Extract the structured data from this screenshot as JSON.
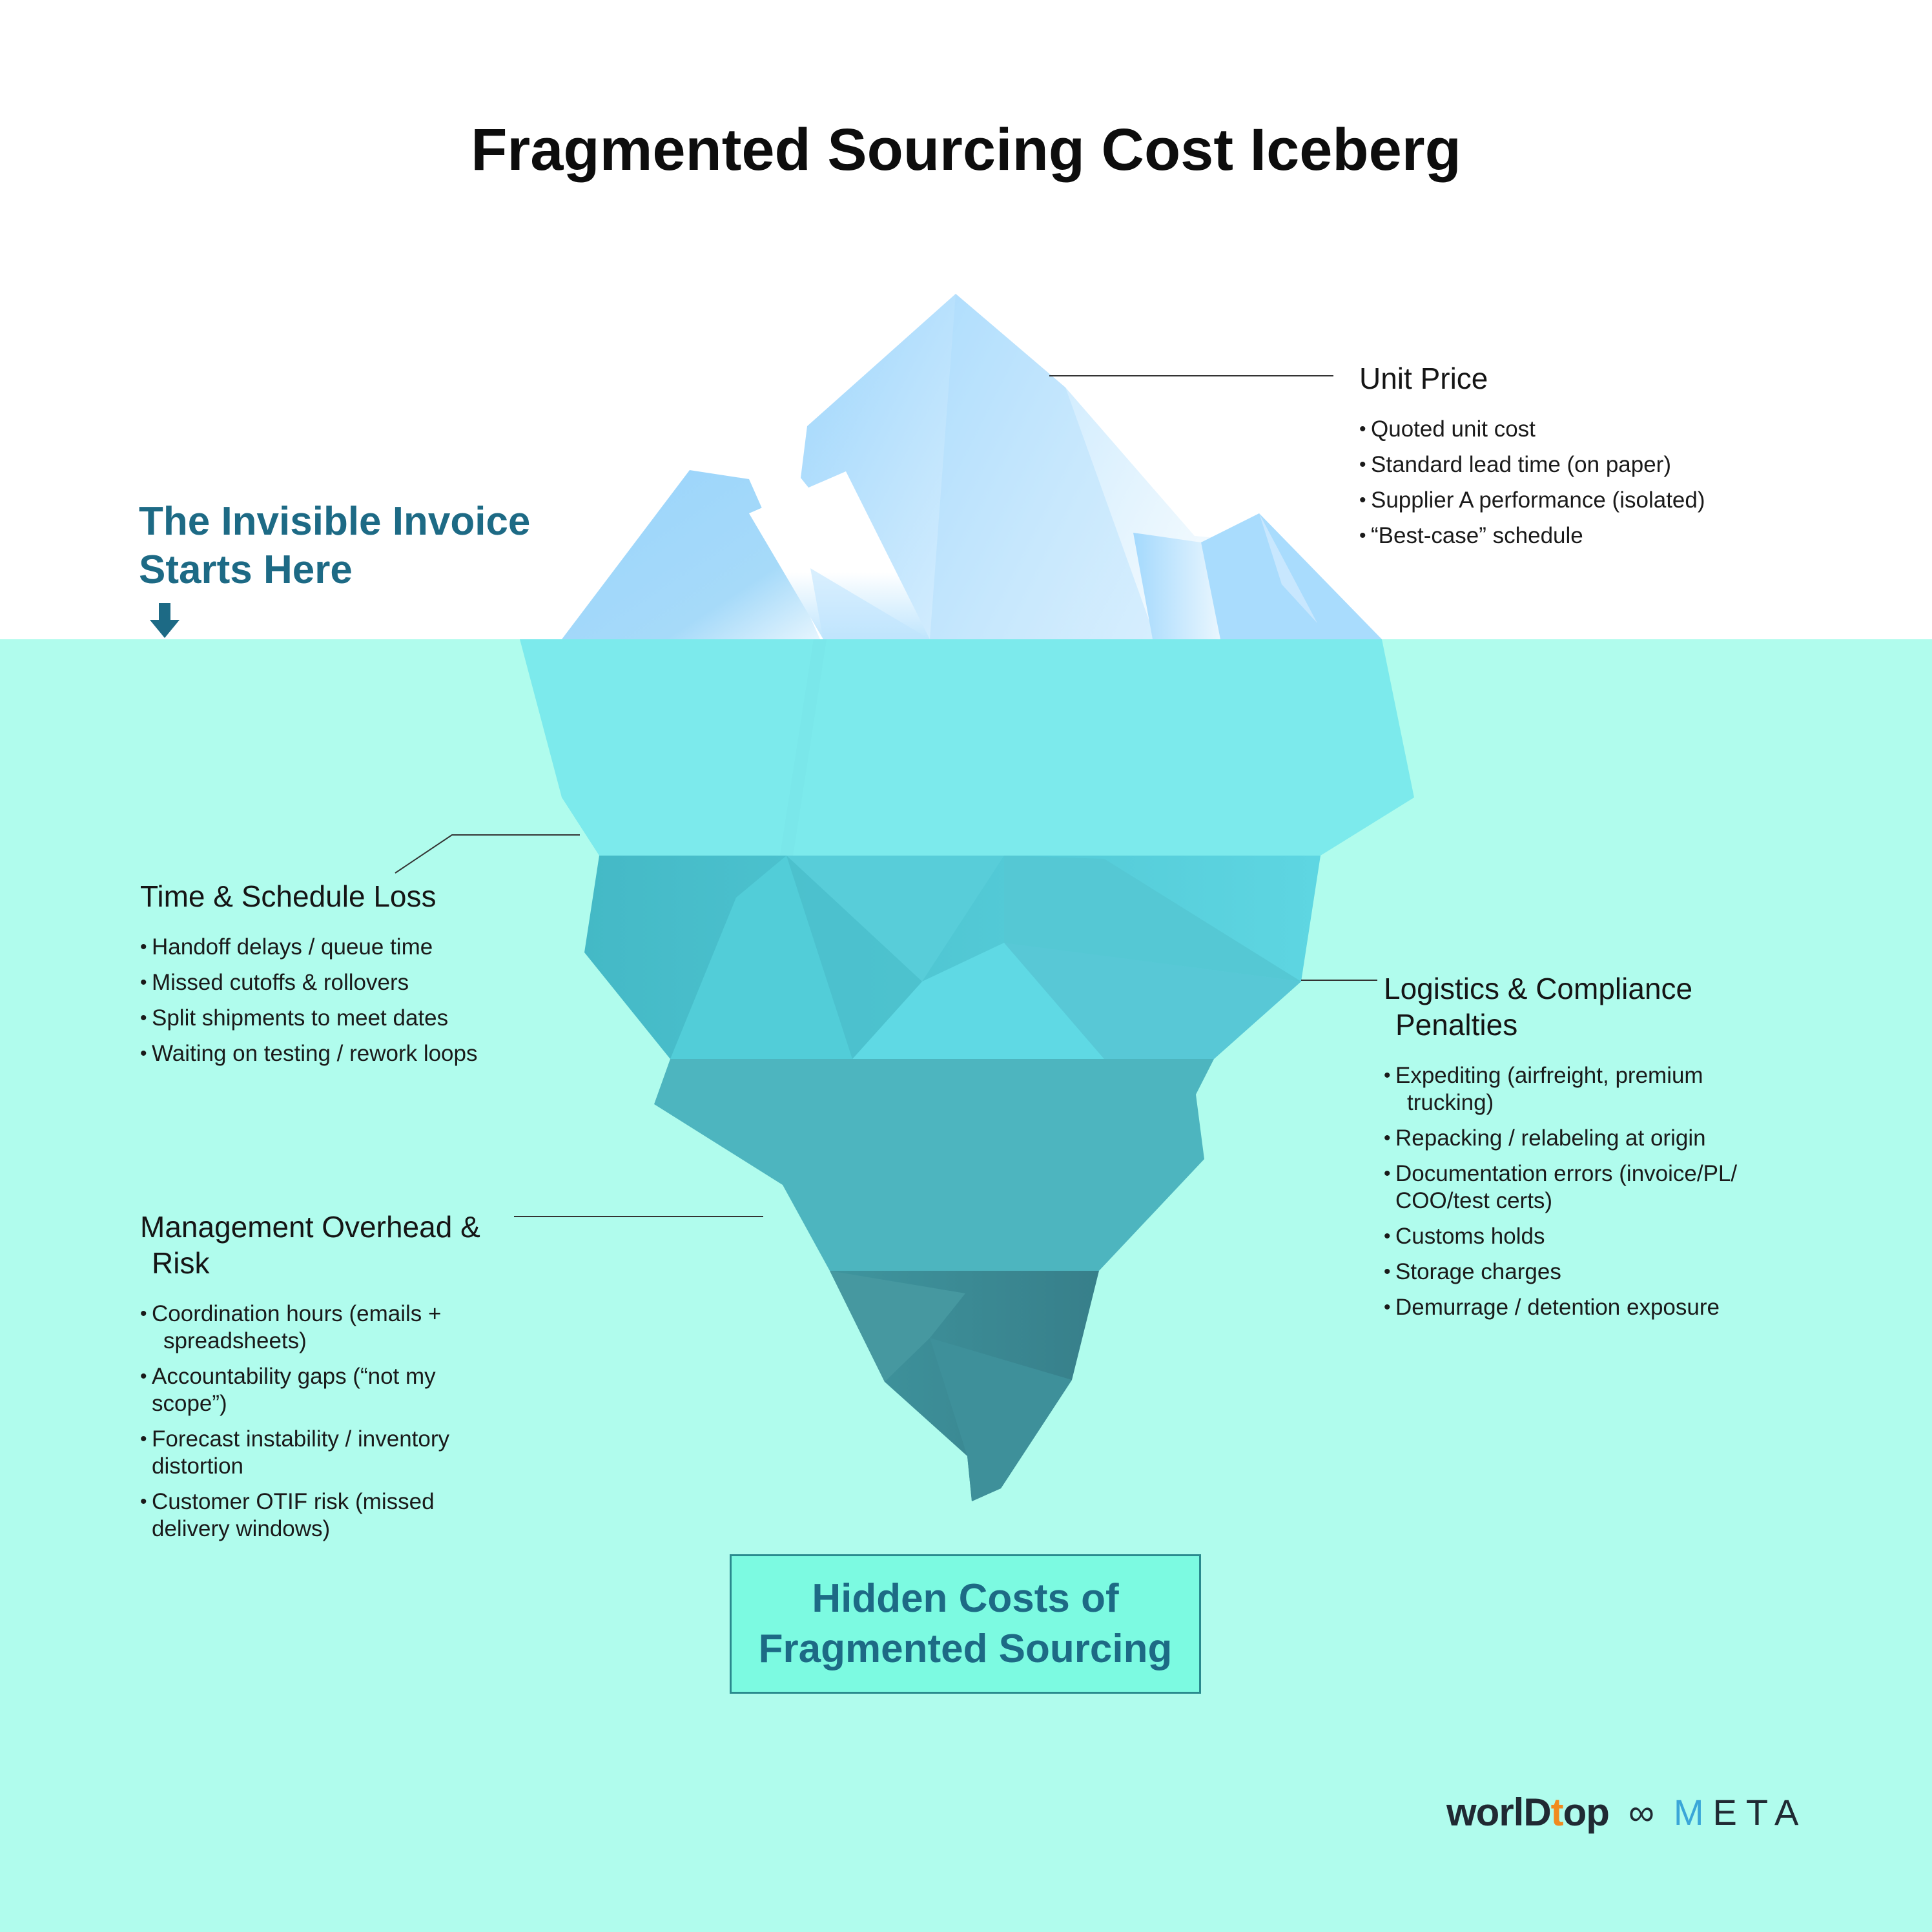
{
  "title": "Fragmented Sourcing Cost Iceberg",
  "waterline_label": {
    "line1": "The Invisible Invoice",
    "line2": "Starts Here"
  },
  "icons": {
    "waterline": "arrow-down-icon"
  },
  "groups": {
    "unit_price": {
      "title": "Unit Price",
      "items": [
        {
          "text": "Quoted unit cost"
        },
        {
          "text": "Standard lead time (on paper)"
        },
        {
          "text": "Supplier A performance (isolated)"
        },
        {
          "text": "“Best-case” schedule"
        }
      ]
    },
    "time_schedule": {
      "title": "Time & Schedule Loss",
      "items": [
        {
          "text": "Handoff delays / queue time"
        },
        {
          "text": "Missed cutoffs & rollovers"
        },
        {
          "text": "Split shipments to meet dates"
        },
        {
          "text": "Waiting on testing / rework loops"
        }
      ]
    },
    "logistics": {
      "title_line1": "Logistics & Compliance",
      "title_line2": "Penalties",
      "items": [
        {
          "text": "Expediting (airfreight, premium",
          "cont": "trucking)"
        },
        {
          "text": "Repacking / relabeling at origin"
        },
        {
          "text": "Documentation errors (invoice/PL/",
          "cont2": "COO/test certs)"
        },
        {
          "text": "Customs holds"
        },
        {
          "text": "Storage charges"
        },
        {
          "text": "Demurrage / detention exposure"
        }
      ]
    },
    "management": {
      "title_line1": "Management Overhead &",
      "title_line2": "Risk",
      "items": [
        {
          "text": "Coordination hours (emails +",
          "cont": "spreadsheets)"
        },
        {
          "text": "Accountability gaps (“not my",
          "cont2": "scope”)"
        },
        {
          "text": "Forecast instability / inventory",
          "cont2": "distortion"
        },
        {
          "text": "Customer OTIF risk (missed",
          "cont2": "delivery windows)"
        }
      ]
    }
  },
  "hidden_costs": {
    "line1": "Hidden Costs of",
    "line2": "Fragmented Sourcing"
  },
  "logos": {
    "worldtop": {
      "pre": "worlD",
      "t": "t",
      "post": "op"
    },
    "separator": "∞",
    "meta": {
      "m": "M",
      "rest": "ETA"
    }
  },
  "colors": {
    "water": "#b0fced",
    "accent_text": "#1d6a85",
    "box_fill": "#7cfae1",
    "box_border": "#2a8a8e"
  }
}
